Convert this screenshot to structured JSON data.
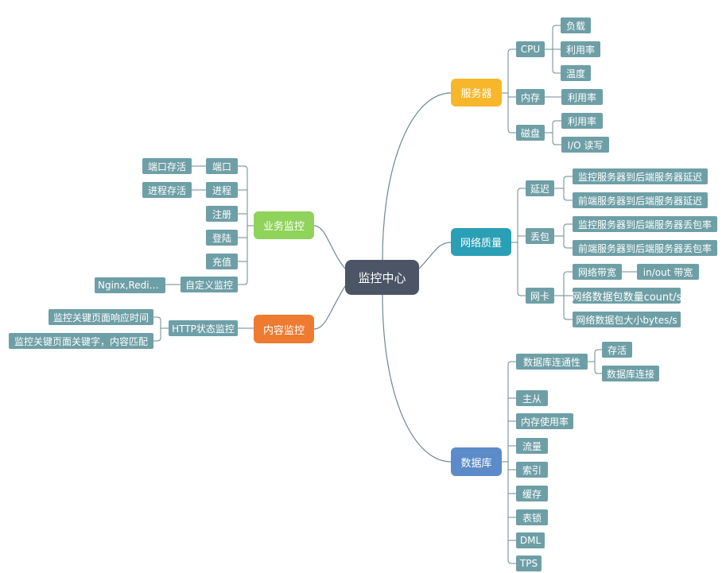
{
  "colors": {
    "root": "#4c5566",
    "server": "#f8b72b",
    "network": "#2a9fb6",
    "database": "#5b8bc9",
    "business": "#8fd35a",
    "content": "#ee7b30",
    "leaf": "#6e9fa6",
    "connector": "#6c8a90"
  },
  "root": {
    "label": "监控中心"
  },
  "server": {
    "label": "服务器",
    "cpu": {
      "label": "CPU",
      "load": "负载",
      "usage": "利用率",
      "temperature": "温度"
    },
    "memory": {
      "label": "内存",
      "usage": "利用率"
    },
    "disk": {
      "label": "磁盘",
      "usage": "利用率",
      "io": "I/O 读写"
    }
  },
  "network": {
    "label": "网络质量",
    "latency": {
      "label": "延迟",
      "monitor_to_backend": "监控服务器到后端服务器延迟",
      "frontend_to_backend": "前端服务器到后端服务器延迟"
    },
    "packet_loss": {
      "label": "丢包",
      "monitor_to_backend": "监控服务器到后端服务器丢包率",
      "frontend_to_backend": "前端服务器到后端服务器丢包率"
    },
    "nic": {
      "label": "网卡",
      "bandwidth": {
        "label": "网络带宽",
        "inout": "in/out 带宽"
      },
      "packet_count": "网络数据包数量count/s",
      "packet_size": "网络数据包大小bytes/s"
    }
  },
  "database": {
    "label": "数据库",
    "connectivity": {
      "label": "数据库连通性",
      "alive": "存活",
      "connections": "数据库连接"
    },
    "master_slave": "主从",
    "memory_usage": "内存使用率",
    "traffic": "流量",
    "index": "索引",
    "cache": "缓存",
    "table_lock": "表锁",
    "dml": "DML",
    "tps": "TPS"
  },
  "business": {
    "label": "业务监控",
    "port": {
      "label": "端口",
      "alive": "端口存活"
    },
    "process": {
      "label": "进程",
      "alive": "进程存活"
    },
    "register": "注册",
    "login": "登陆",
    "recharge": "充值",
    "custom": {
      "label": "自定义监控",
      "detail": "Nginx,Redis..."
    }
  },
  "content": {
    "label": "内容监控",
    "http_status": {
      "label": "HTTP状态监控",
      "response_time": "监控关键页面响应时间",
      "keyword_match": "监控关键页面关键字，内容匹配"
    }
  }
}
